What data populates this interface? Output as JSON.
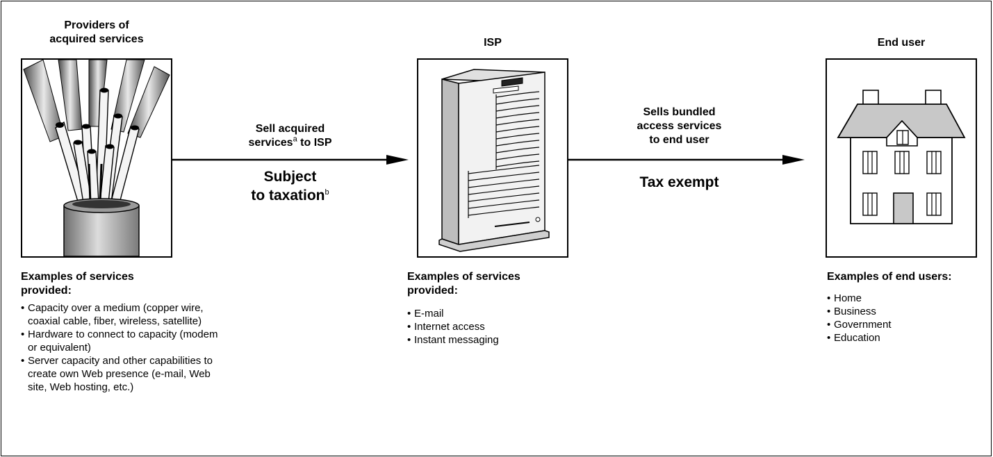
{
  "nodes": {
    "providers": {
      "title_line1": "Providers of",
      "title_line2": "acquired services",
      "examples_heading_line1": "Examples of services",
      "examples_heading_line2": "provided:",
      "items": [
        "Capacity over a medium (copper wire, coaxial cable, fiber, wireless, satellite)",
        "Hardware to connect to capacity (modem or equivalent)",
        "Server capacity and other capabilities to create own Web presence (e-mail, Web site, Web hosting, etc.)"
      ]
    },
    "isp": {
      "title": "ISP",
      "examples_heading_line1": "Examples of services",
      "examples_heading_line2": "provided:",
      "items": [
        "E-mail",
        "Internet access",
        "Instant messaging"
      ]
    },
    "end_user": {
      "title": "End user",
      "examples_heading": "Examples of end users:",
      "items": [
        "Home",
        "Business",
        "Government",
        "Education"
      ]
    }
  },
  "flows": {
    "providers_to_isp": {
      "label_line1": "Sell acquired",
      "label_line2_pre": "services",
      "label_line2_sup": "a",
      "label_line2_post": " to ISP",
      "status_line1": "Subject",
      "status_line2": "to taxation",
      "status_sup": "b"
    },
    "isp_to_end_user": {
      "label_line1": "Sells bundled",
      "label_line2": "access services",
      "label_line3": "to end user",
      "status": "Tax exempt"
    }
  }
}
